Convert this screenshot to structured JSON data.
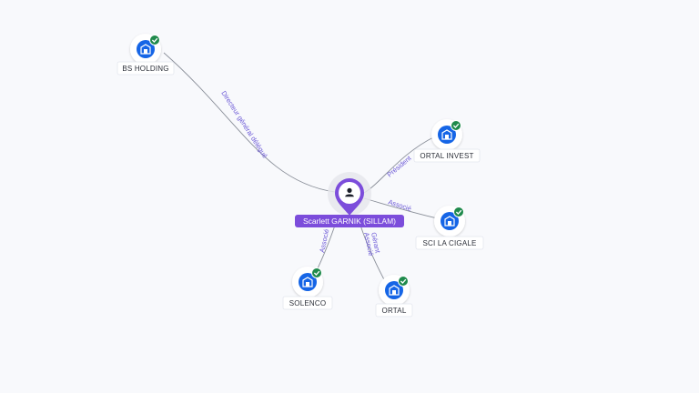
{
  "person": {
    "name": "Scarlett GARNIK (SILLAM)",
    "icon": "person-icon"
  },
  "companies": [
    {
      "id": "bs-holding",
      "name": "BS HOLDING",
      "icon": "building-icon",
      "status": "verified-check-icon"
    },
    {
      "id": "ortal-invest",
      "name": "ORTAL INVEST",
      "icon": "building-icon",
      "status": "verified-check-icon"
    },
    {
      "id": "sci-la-cigale",
      "name": "SCI LA CIGALE",
      "icon": "building-icon",
      "status": "verified-check-icon"
    },
    {
      "id": "solenco",
      "name": "SOLENCO",
      "icon": "building-icon",
      "status": "verified-check-icon"
    },
    {
      "id": "ortal",
      "name": "ORTAL",
      "icon": "building-icon",
      "status": "verified-check-icon"
    }
  ],
  "relations": [
    {
      "to": "bs-holding",
      "label": "Directeur général délégué"
    },
    {
      "to": "ortal-invest",
      "label": "Président"
    },
    {
      "to": "sci-la-cigale",
      "label": "Associé"
    },
    {
      "to": "solenco",
      "label": "Associé"
    },
    {
      "to": "ortal",
      "label": "Gérant"
    },
    {
      "to": "ortal",
      "label": "Associé"
    }
  ],
  "colors": {
    "background": "#f8f9fc",
    "person_accent": "#7c4ddb",
    "company_icon": "#1565e6",
    "status_check": "#1f8a4c",
    "relation_text": "#6b58d6",
    "edge": "#8a8f99"
  }
}
